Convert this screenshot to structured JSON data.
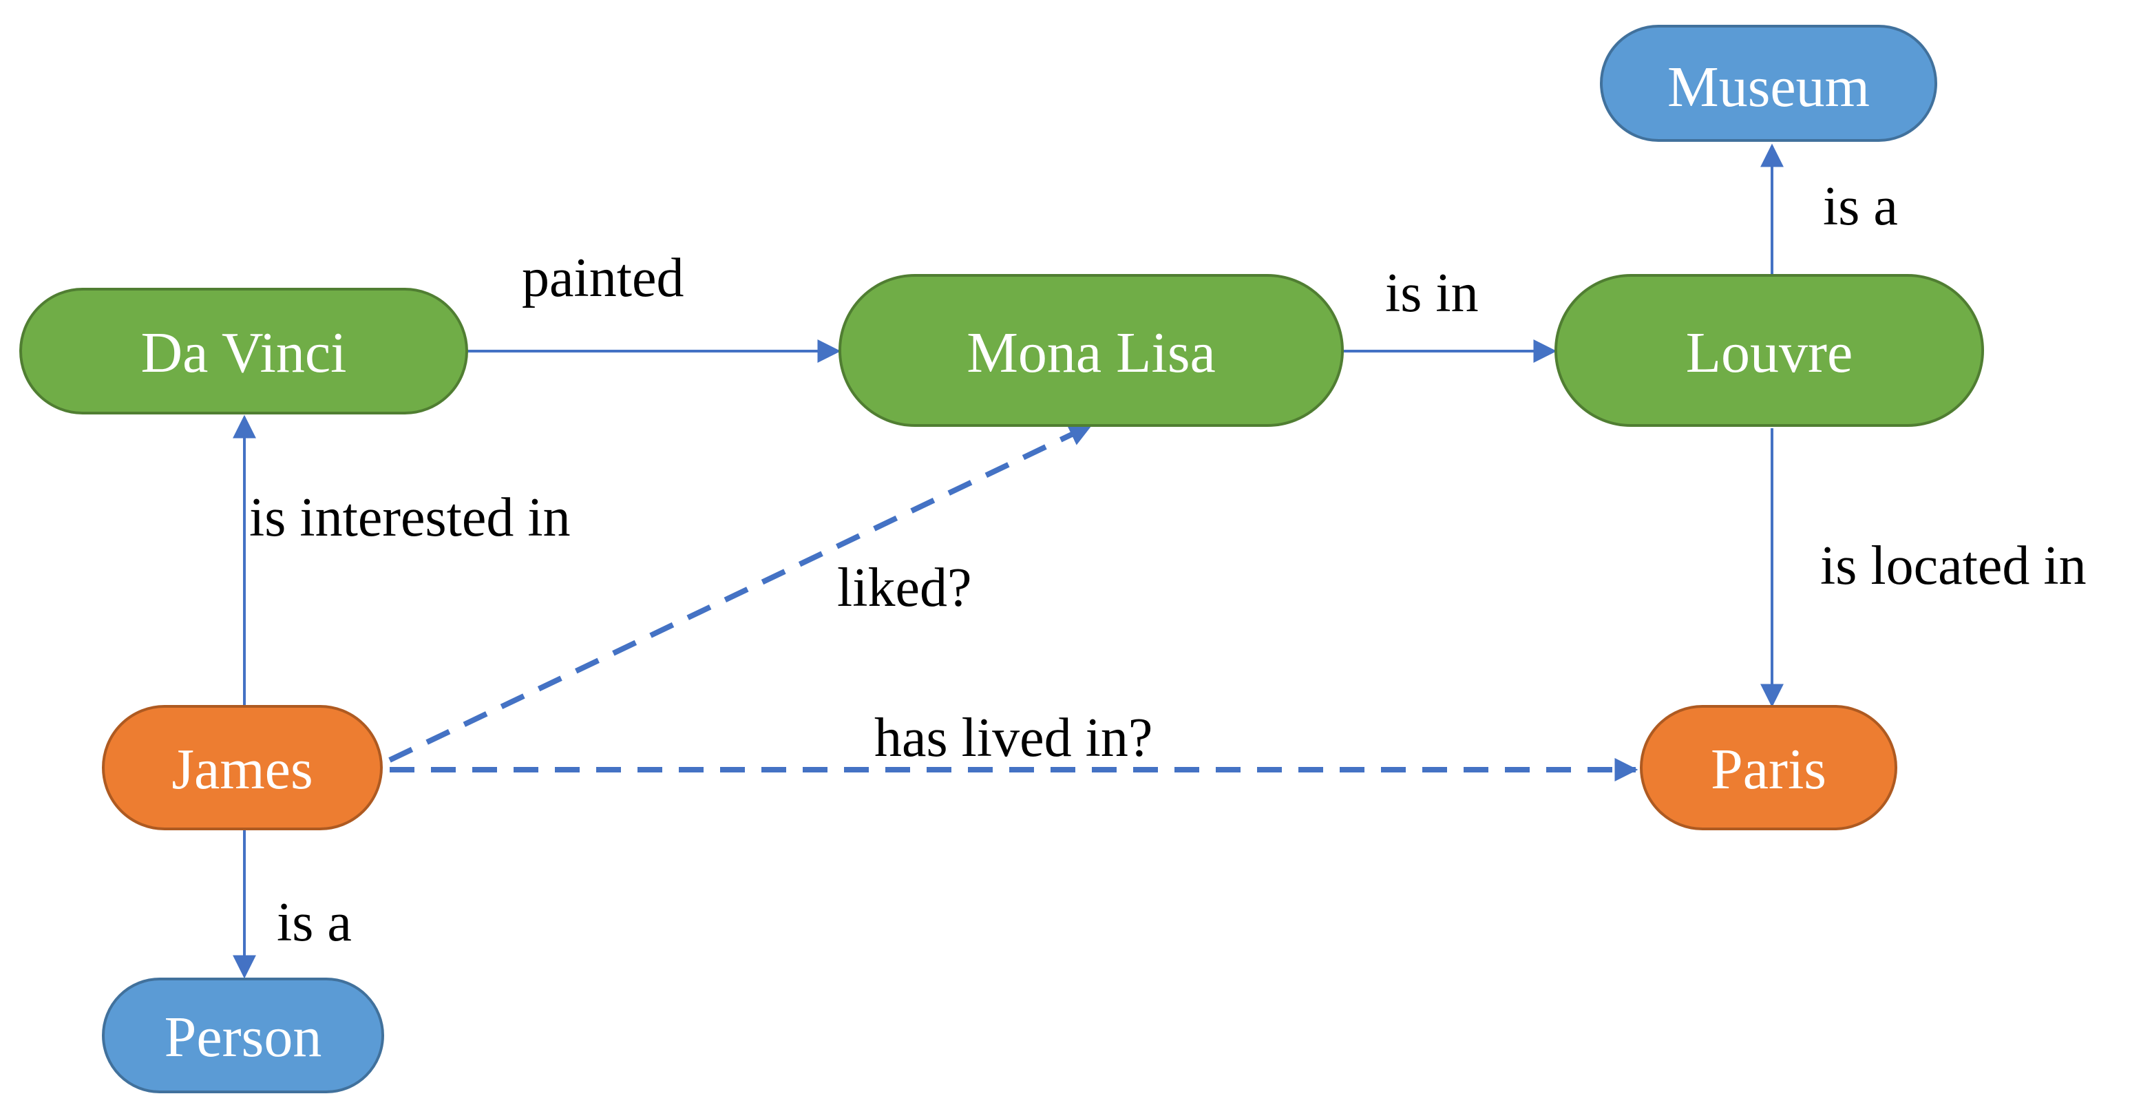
{
  "nodes": {
    "da_vinci": {
      "label": "Da Vinci",
      "type": "entity",
      "color": "#70ad47"
    },
    "mona_lisa": {
      "label": "Mona Lisa",
      "type": "entity",
      "color": "#70ad47"
    },
    "louvre": {
      "label": "Louvre",
      "type": "entity",
      "color": "#70ad47"
    },
    "museum": {
      "label": "Museum",
      "type": "concept",
      "color": "#5b9bd5"
    },
    "james": {
      "label": "James",
      "type": "person-entity",
      "color": "#ed7d31"
    },
    "paris": {
      "label": "Paris",
      "type": "person-entity",
      "color": "#ed7d31"
    },
    "person": {
      "label": "Person",
      "type": "concept",
      "color": "#5b9bd5"
    }
  },
  "edges": {
    "painted": {
      "label": "painted",
      "from": "Da Vinci",
      "to": "Mona Lisa",
      "style": "solid"
    },
    "is_in": {
      "label": "is in",
      "from": "Mona Lisa",
      "to": "Louvre",
      "style": "solid"
    },
    "louvre_is_a": {
      "label": "is a",
      "from": "Louvre",
      "to": "Museum",
      "style": "solid"
    },
    "is_located_in": {
      "label": "is located in",
      "from": "Louvre",
      "to": "Paris",
      "style": "solid"
    },
    "is_interested_in": {
      "label": "is interested in",
      "from": "James",
      "to": "Da Vinci",
      "style": "solid"
    },
    "liked": {
      "label": "liked?",
      "from": "James",
      "to": "Mona Lisa",
      "style": "dashed"
    },
    "has_lived_in": {
      "label": "has lived in?",
      "from": "James",
      "to": "Paris",
      "style": "dashed"
    },
    "james_is_a": {
      "label": "is a",
      "from": "James",
      "to": "Person",
      "style": "solid"
    }
  }
}
